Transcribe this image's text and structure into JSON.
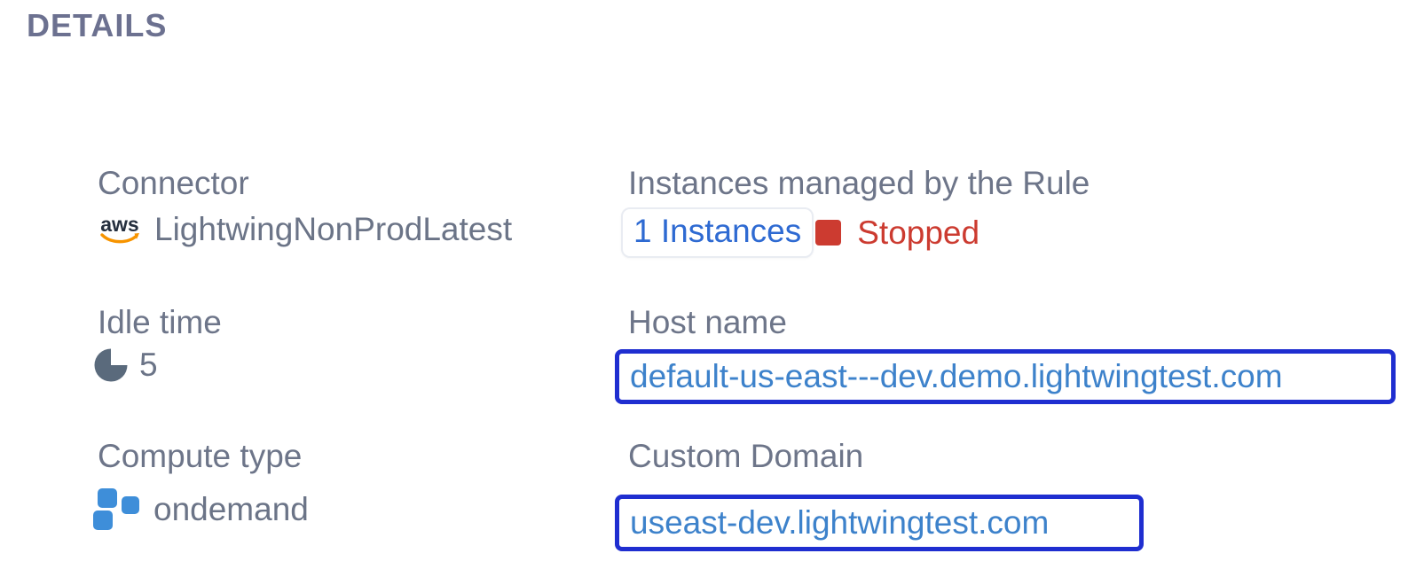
{
  "header": {
    "title": "DETAILS"
  },
  "details": {
    "connector": {
      "label": "Connector",
      "value": "LightwingNonProdLatest",
      "icon": "aws-icon",
      "aws_wordmark": "aws"
    },
    "idle_time": {
      "label": "Idle time",
      "value": "5",
      "icon": "pie-chart-icon"
    },
    "compute_type": {
      "label": "Compute type",
      "value": "ondemand",
      "icon": "compute-squares-icon"
    },
    "instances": {
      "label": "Instances managed by the Rule",
      "count_link": "1 Instances",
      "status": "Stopped",
      "status_icon": "stopped-square-icon"
    },
    "host_name": {
      "label": "Host name",
      "value": "default-us-east---dev.demo.lightwingtest.com"
    },
    "custom_domain": {
      "label": "Custom Domain",
      "value": "useast-dev.lightwingtest.com"
    }
  },
  "colors": {
    "label_gray": "#6d7589",
    "title_gray": "#6c7190",
    "link_blue": "#2e6ad2",
    "url_blue": "#3d82cb",
    "selection_border_blue": "#1f2ed0",
    "status_red": "#cc3b30",
    "compute_icon_blue": "#3e8ed9",
    "pie_icon_slate": "#5a6a7c",
    "aws_dark": "#252f3e",
    "aws_orange": "#f79400"
  }
}
